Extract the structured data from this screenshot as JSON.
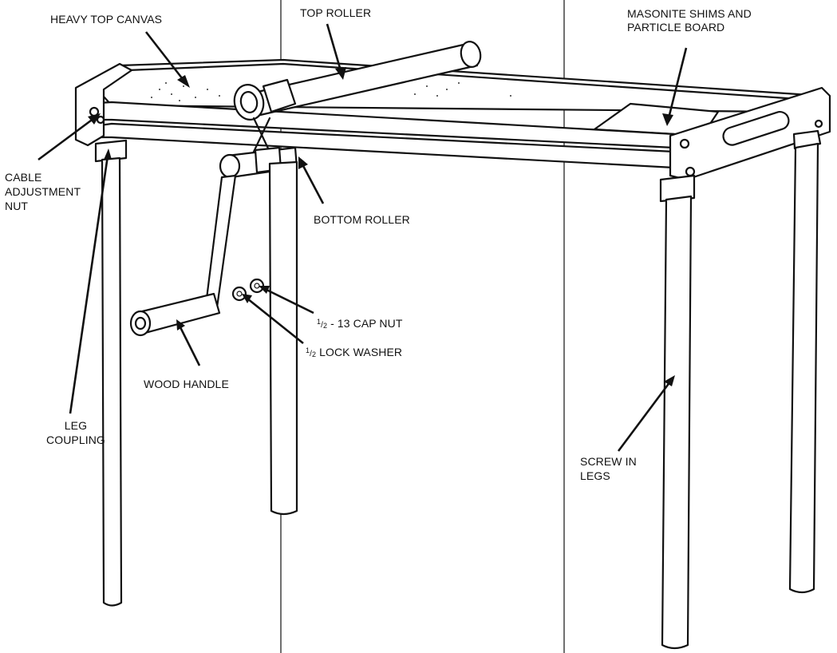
{
  "labels": {
    "heavy_top_canvas": "HEAVY TOP CANVAS",
    "top_roller": "TOP ROLLER",
    "masonite_line1": "MASONITE SHIMS AND",
    "masonite_line2": "PARTICLE BOARD",
    "cable_line1": "CABLE",
    "cable_line2": "ADJUSTMENT",
    "cable_line3": "NUT",
    "bottom_roller": "BOTTOM ROLLER",
    "cap_nut_num": "1",
    "cap_nut_den": "2",
    "cap_nut_text": " - 13 CAP NUT",
    "lock_washer_num": "1",
    "lock_washer_den": "2",
    "lock_washer_text": " LOCK WASHER",
    "wood_handle": "WOOD HANDLE",
    "leg_coupling_line1": "LEG",
    "leg_coupling_line2": "COUPLING",
    "screw_legs_line1": "SCREW IN",
    "screw_legs_line2": "LEGS"
  }
}
